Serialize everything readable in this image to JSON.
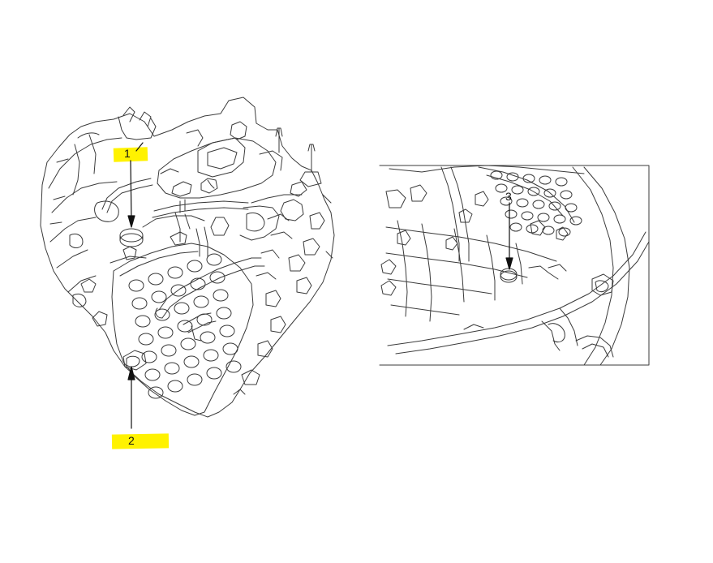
{
  "callouts": [
    {
      "label": "1",
      "highlighted": true
    },
    {
      "label": "2",
      "highlighted": true
    },
    {
      "label": "3",
      "highlighted": false
    }
  ],
  "colors": {
    "highlight": "#fff200",
    "line": "#3a3a3a",
    "arrow": "#111111",
    "background": "#ffffff"
  }
}
